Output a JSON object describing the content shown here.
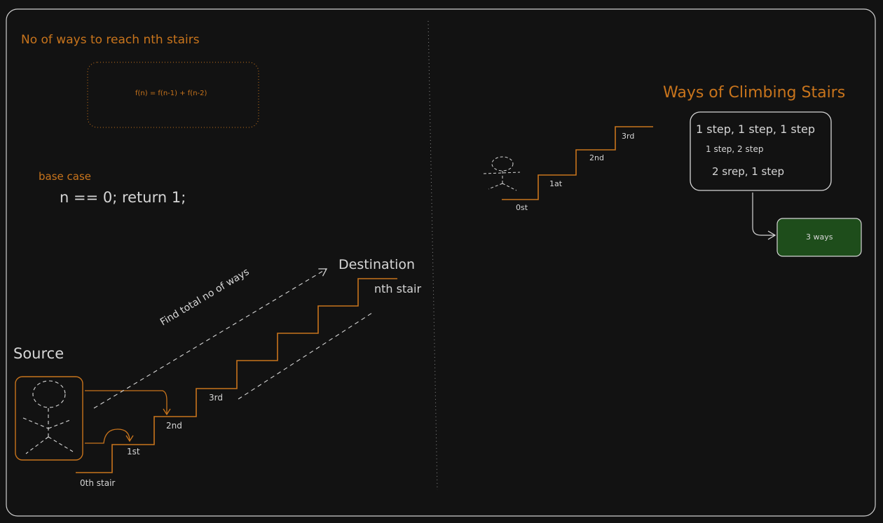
{
  "colors": {
    "background": "#121212",
    "frame": "#cfcfcf",
    "accent": "#c8741c",
    "sketch": "#d6d6d6",
    "success_fill": "#1e4d1b"
  },
  "left": {
    "heading": "No of ways to reach nth stairs",
    "formula": "f(n) = f(n-1) + f(n-2)",
    "base_case_label": "base case",
    "base_case_code": "n == 0; return 1;",
    "source_label": "Source",
    "destination_label": "Destination",
    "nth_stair_label": "nth stair",
    "arrow_label": "Find total no of ways",
    "stairs": [
      "0th  stair",
      "1st",
      "2nd",
      "3rd"
    ]
  },
  "right": {
    "heading": "Ways of  Climbing Stairs",
    "stairs": [
      "0st",
      "1at",
      "2nd",
      "3rd"
    ],
    "ways": [
      "1 step, 1 step, 1 step",
      "1 step, 2 step",
      "2 srep, 1 step"
    ],
    "result": "3 ways"
  }
}
